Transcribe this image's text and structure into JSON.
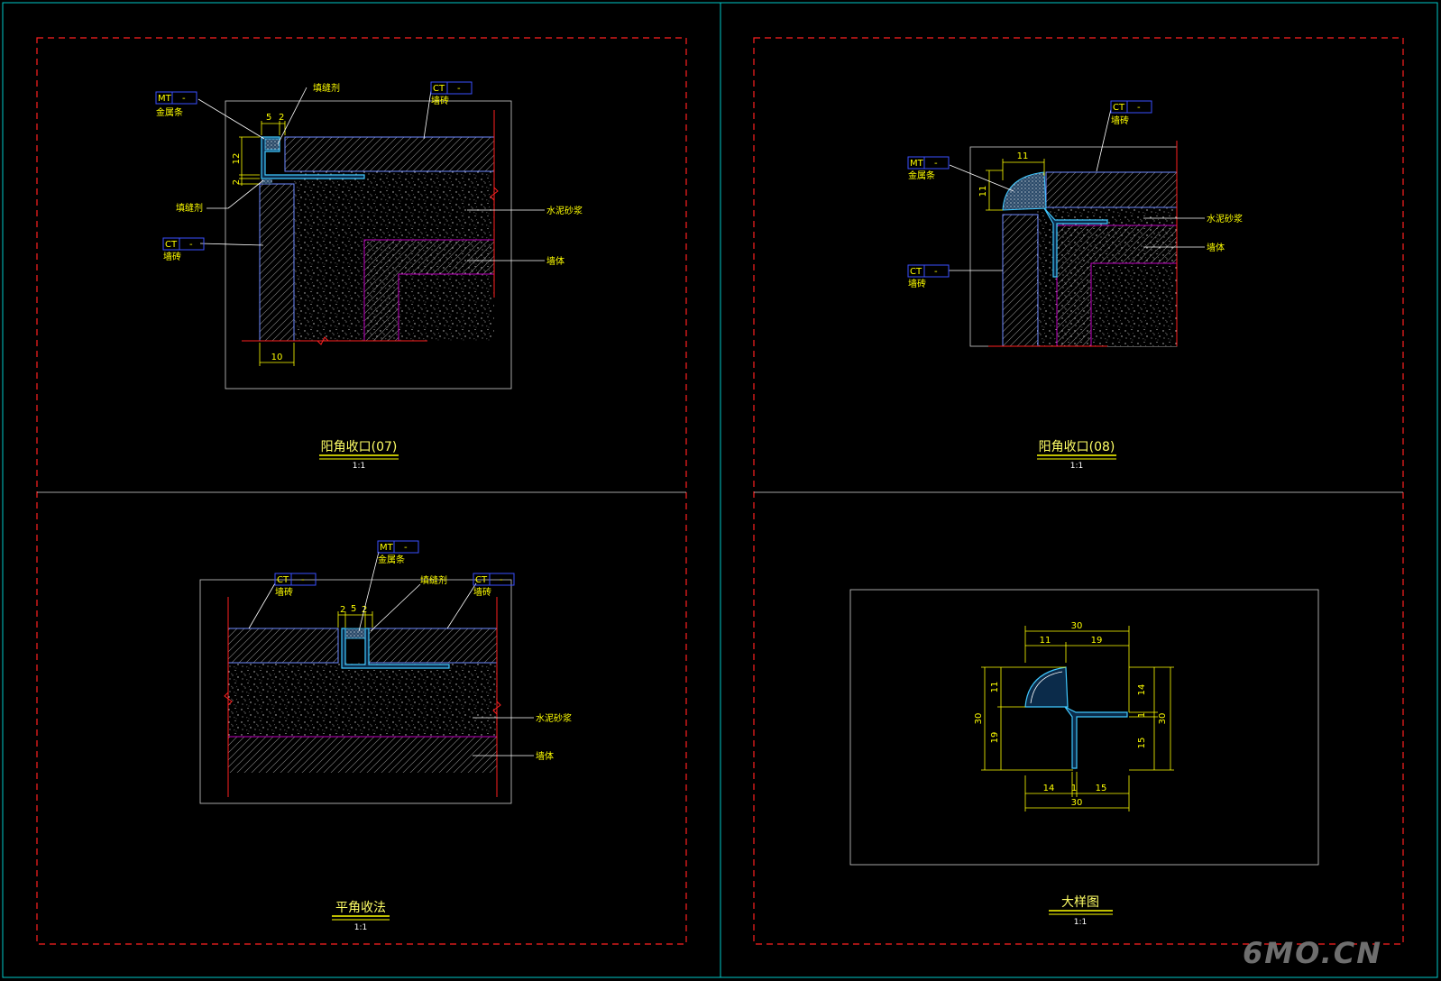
{
  "colors": {
    "background": "#000000",
    "frame": "#00c8c8",
    "dashed_border": "#ff2020",
    "text": "#ffff00",
    "tile": "#6e8aff",
    "metal": "#40c8ff",
    "wall_line": "#c000c0",
    "red_line": "#ff2020",
    "box": "#cccccc"
  },
  "labels": {
    "filler": "填缝剂",
    "tile": "墙砖",
    "metal_strip": "金属条",
    "mortar": "水泥砂浆",
    "wall": "墙体",
    "code_mt": "MT",
    "code_ct": "CT",
    "dash": "-"
  },
  "panels": {
    "p07": {
      "title": "阳角收口(07)",
      "scale": "1:1",
      "dims": {
        "d5": "5",
        "d2a": "2",
        "d12": "12",
        "d2b": "2",
        "d10": "10"
      }
    },
    "p08": {
      "title": "阳角收口(08)",
      "scale": "1:1",
      "dims": {
        "d11h": "11",
        "d11v": "11"
      }
    },
    "flat": {
      "title": "平角收法",
      "scale": "1:1",
      "dims": {
        "d2a": "2",
        "d5": "5",
        "d2b": "2"
      }
    },
    "detail": {
      "title": "大样图",
      "scale": "1:1",
      "dims": {
        "top30": "30",
        "top11": "11",
        "top19": "19",
        "left11": "11",
        "left30": "30",
        "left19": "19",
        "right14": "14",
        "right1": "1",
        "right15": "15",
        "right30": "30",
        "bot14": "14",
        "bot1": "1",
        "bot15": "15",
        "bot30": "30"
      }
    }
  },
  "watermark": "6MO.CN"
}
